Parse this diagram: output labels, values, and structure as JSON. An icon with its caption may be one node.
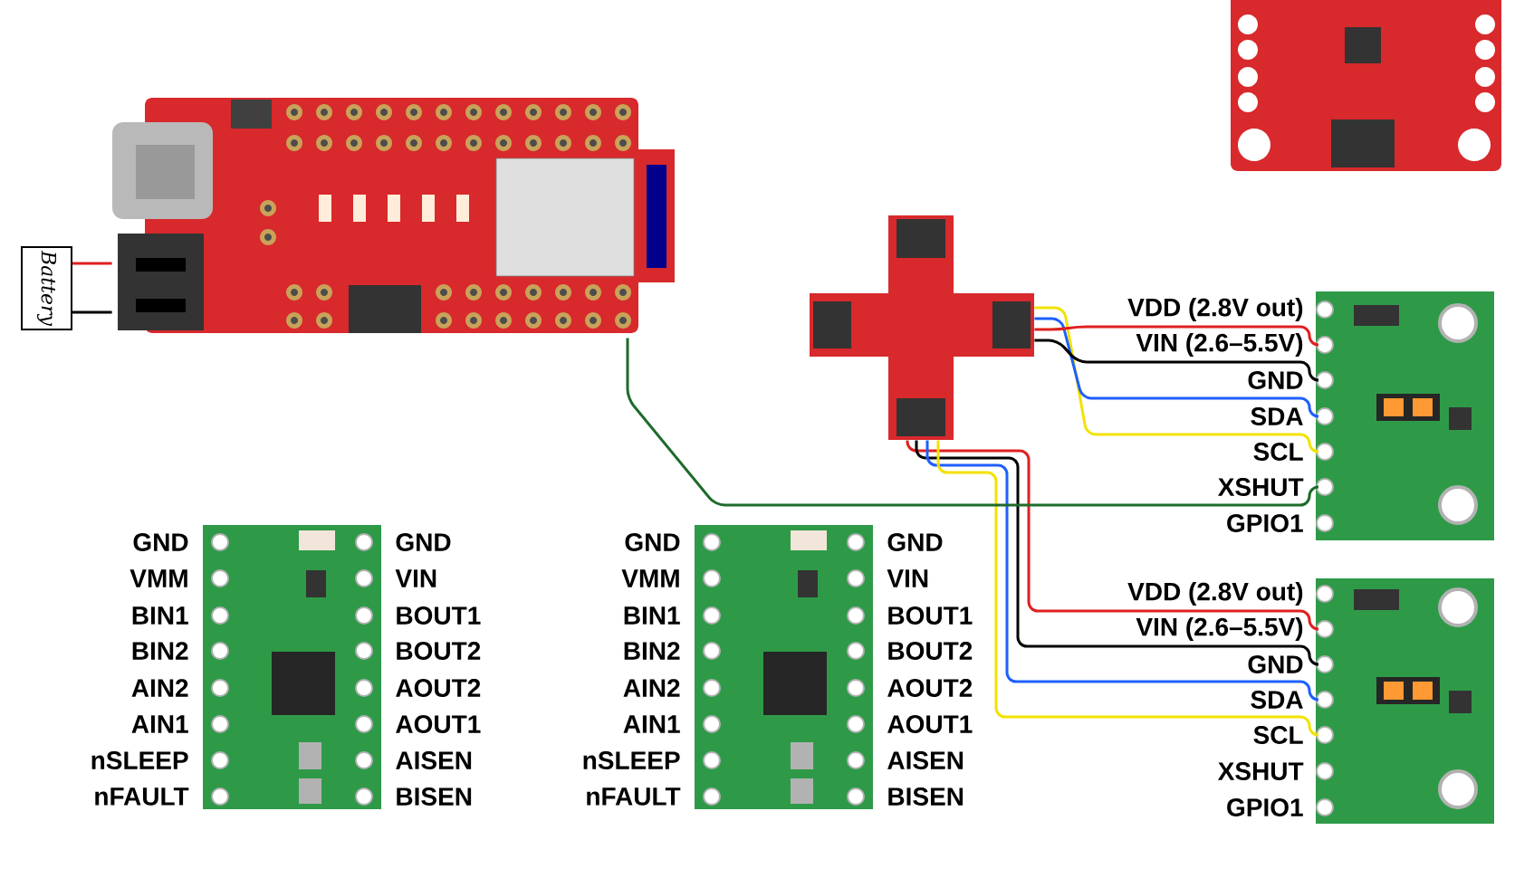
{
  "diagram": {
    "nodes": [
      {
        "text": [
          "Battery"
        ]
      },
      {
        "text": [],
        "shape": "picture"
      },
      {
        "text": [],
        "shape": "picture"
      },
      {
        "text": [],
        "shape": "picture"
      },
      {
        "text": [],
        "shape": "picture"
      }
    ],
    "edges": [
      {
        "from": 0,
        "to": 1,
        "arrow": "none",
        "color": "#e02020"
      },
      {
        "from": 0,
        "to": 1,
        "arrow": "none",
        "color": "#000000"
      },
      {
        "from": 2,
        "to": 3,
        "arrow": "none",
        "color": "#f2e200"
      },
      {
        "from": 2,
        "to": 3,
        "arrow": "none",
        "color": "#1f5fff"
      },
      {
        "from": 2,
        "to": 3,
        "arrow": "none",
        "color": "#e02020"
      },
      {
        "from": 2,
        "to": 3,
        "arrow": "none",
        "color": "#000000"
      },
      {
        "from": 2,
        "to": 4,
        "arrow": "none",
        "color": "#e02020"
      },
      {
        "from": 2,
        "to": 4,
        "arrow": "none",
        "color": "#000000"
      },
      {
        "from": 2,
        "to": 4,
        "arrow": "none",
        "color": "#1f5fff"
      },
      {
        "from": 2,
        "to": 4,
        "arrow": "none",
        "color": "#f2e200"
      },
      {
        "from": 1,
        "to": 3,
        "arrow": "none",
        "color": "#1e6b2a"
      }
    ],
    "labels": [
      "VDD (2.8V out)",
      "VIN (2.6–5.5V)",
      "GND",
      "SDA",
      "SCL",
      "XSHUT",
      "GPIO1",
      "GND",
      "VMM",
      "BIN1",
      "BIN2",
      "AIN2",
      "AIN1",
      "nSLEEP",
      "nFAULT",
      "GND",
      "VIN",
      "BOUT1",
      "BOUT2",
      "AOUT2",
      "AOUT1",
      "AISEN",
      "BISEN",
      "GND",
      "VMM",
      "BIN1",
      "BIN2",
      "AIN2",
      "AIN1",
      "nSLEEP",
      "nFAULT",
      "GND",
      "VIN",
      "BOUT1",
      "BOUT2",
      "AOUT2",
      "AOUT1",
      "AISEN",
      "BISEN",
      "VDD (2.8V out)",
      "VIN (2.6–5.5V)",
      "GND",
      "SDA",
      "SCL",
      "XSHUT",
      "GPIO1"
    ]
  }
}
